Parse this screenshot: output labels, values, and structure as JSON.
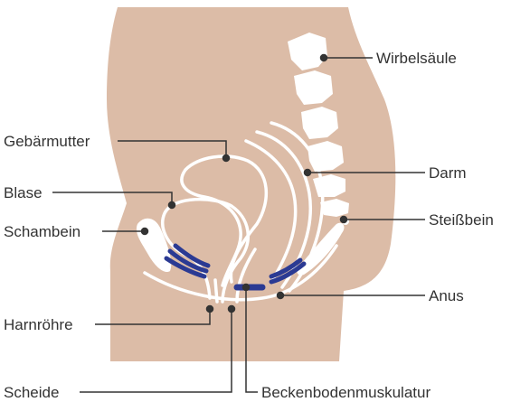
{
  "diagram": {
    "labels": {
      "wirbelsaeule": "Wirbelsäule",
      "gebaermutter": "Gebärmutter",
      "darm": "Darm",
      "blase": "Blase",
      "steissbein": "Steißbein",
      "schambein": "Schambein",
      "anus": "Anus",
      "harnroehre": "Harnröhre",
      "scheide": "Scheide",
      "beckenbodenmuskulatur": "Beckenbodenmuskulatur"
    },
    "colors": {
      "body": "#dcbca7",
      "bone": "#ffffff",
      "organ_outline": "#ffffff",
      "pelvic_floor_muscle": "#2b3a93",
      "leader_line": "#333333",
      "text": "#333333"
    }
  }
}
